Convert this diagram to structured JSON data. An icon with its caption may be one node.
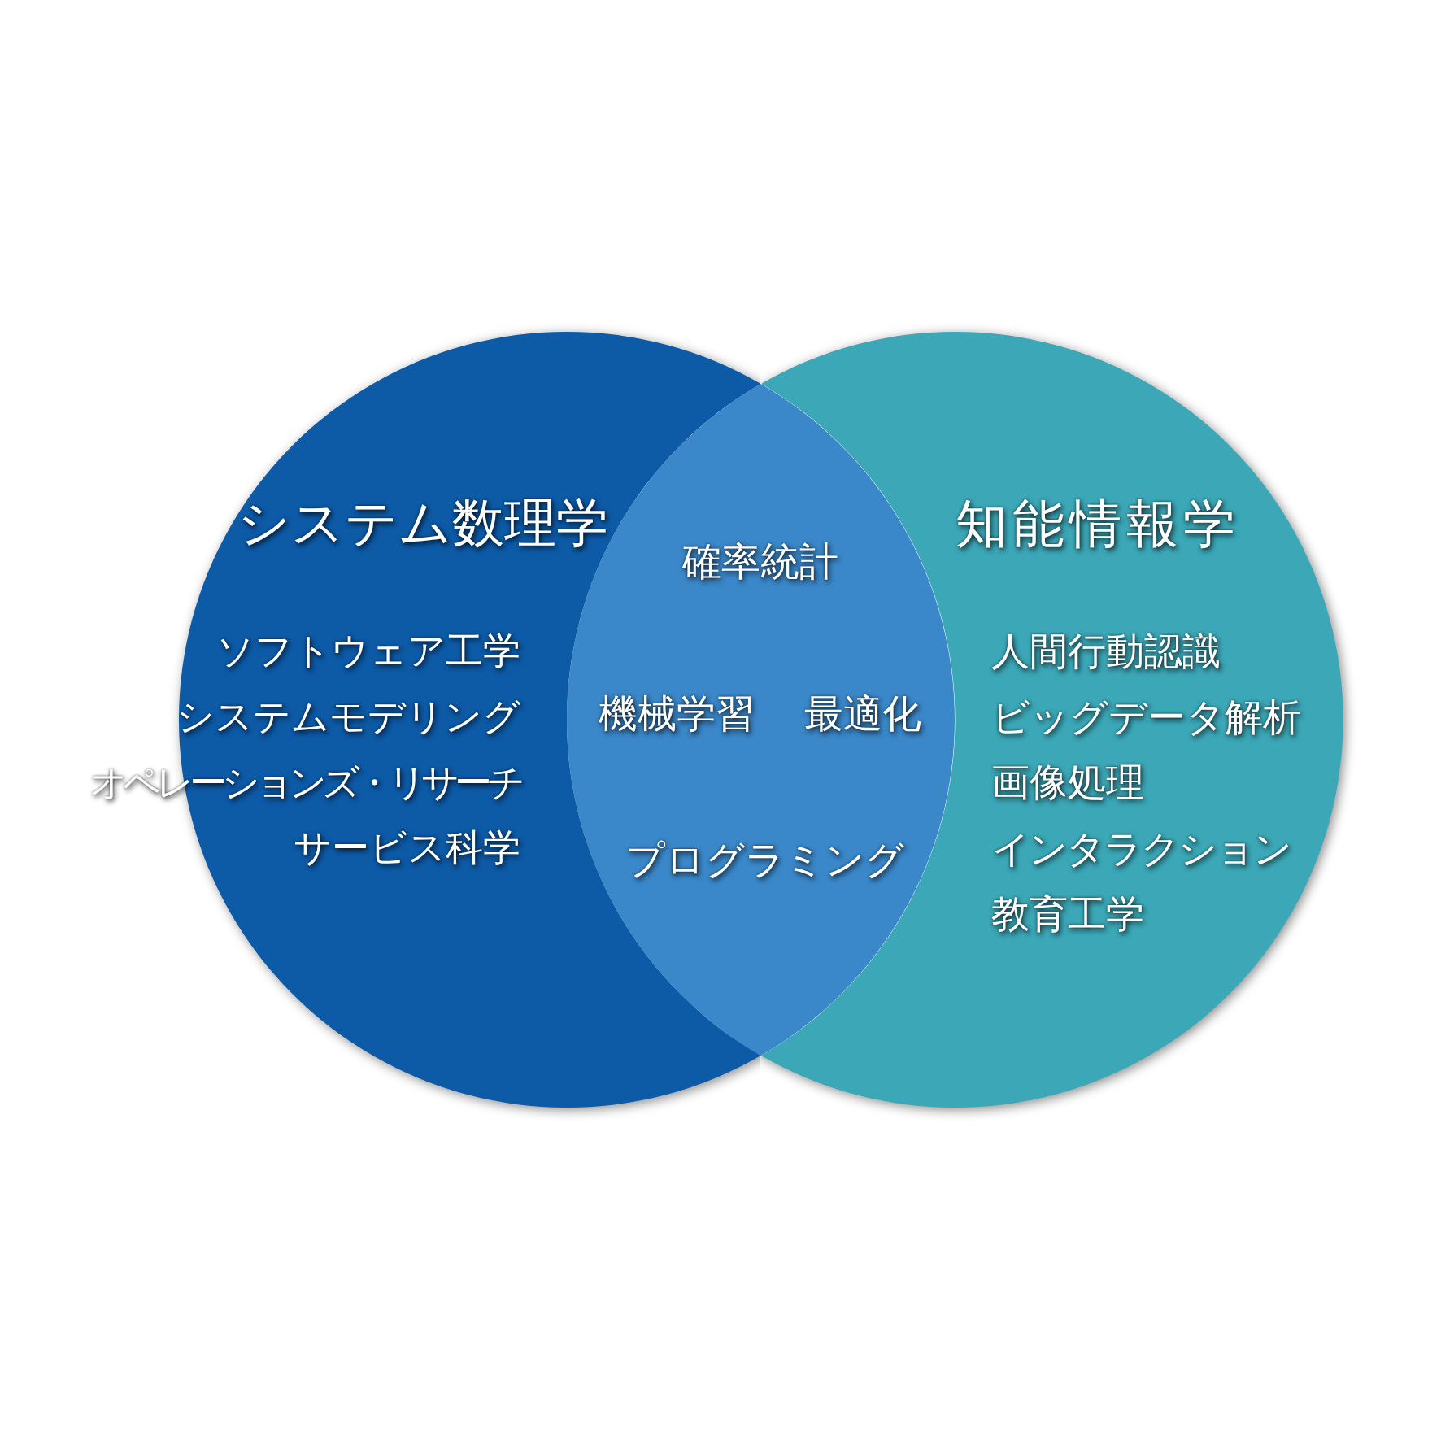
{
  "diagram": {
    "nodes": [
      {
        "text": [
          "システム数理学",
          "ソフトウェア工学",
          "システムモデリング",
          "オペレーションズ・リサーチ",
          "サービス科学"
        ]
      },
      {
        "text": [
          "知能情報学",
          "人間行動認識",
          "ビッグデータ解析",
          "画像処理",
          "インタラクション",
          "教育工学"
        ]
      },
      {
        "text": [
          "確率統計",
          "機械学習",
          "最適化",
          "プログラミング"
        ]
      }
    ]
  }
}
